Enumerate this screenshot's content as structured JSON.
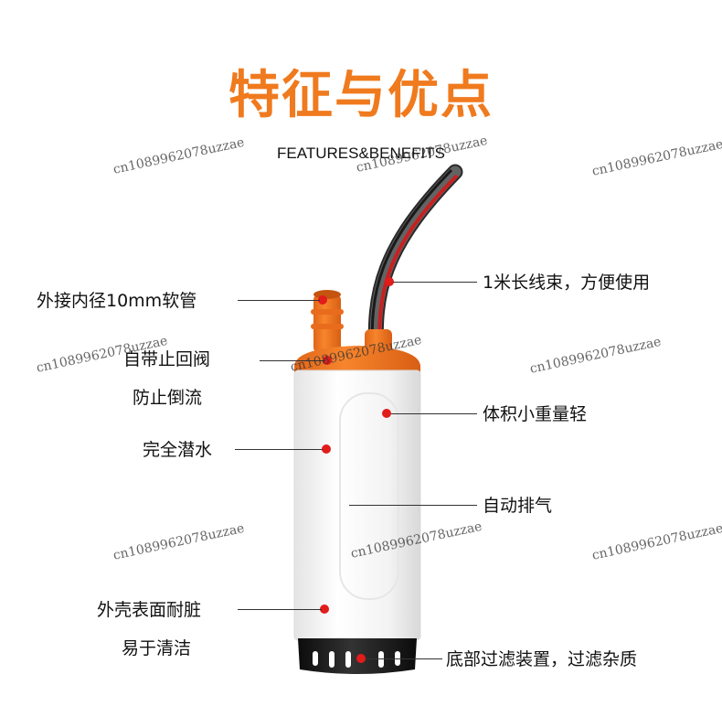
{
  "header": {
    "title": "特征与优点",
    "subtitle": "FEATURES&BENEFITS"
  },
  "features": {
    "hose": "外接内径10mm软管",
    "cable": "1米长线束，方便使用",
    "check_valve_line1": "自带止回阀",
    "check_valve_line2": "防止倒流",
    "light": "体积小重量轻",
    "submersible": "完全潜水",
    "auto_vent": "自动排气",
    "shell_line1": "外壳表面耐脏",
    "shell_line2": "易于清洁",
    "filter": "底部过滤装置，过滤杂质"
  },
  "watermark": "cn1089962078uzzae",
  "colors": {
    "accent": "#f07a1e",
    "dot": "#e21b1b",
    "pump_body": "#f4f4f4",
    "pump_cap": "#f2761c",
    "pump_base": "#1a1a1a"
  }
}
